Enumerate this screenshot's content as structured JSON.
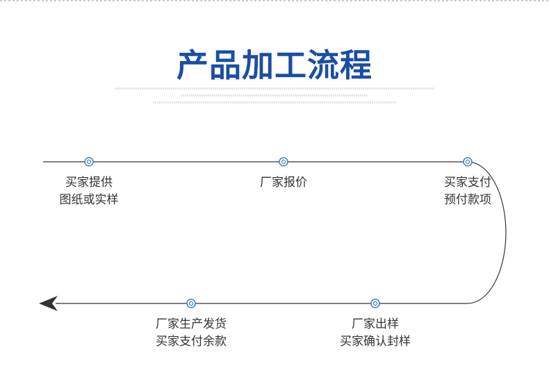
{
  "title": "产品加工流程",
  "steps": [
    {
      "lines": [
        "买家提供",
        "图纸或实样"
      ]
    },
    {
      "lines": [
        "厂家报价"
      ]
    },
    {
      "lines": [
        "买家支付",
        "预付款项"
      ]
    },
    {
      "lines": [
        "厂家出样",
        "买家确认封样"
      ]
    },
    {
      "lines": [
        "厂家生产发货",
        "买家支付余款"
      ]
    }
  ],
  "colors": {
    "title": "#1a4ea3",
    "node": "#3f7fc1",
    "line": "#333333",
    "text": "#333333"
  }
}
